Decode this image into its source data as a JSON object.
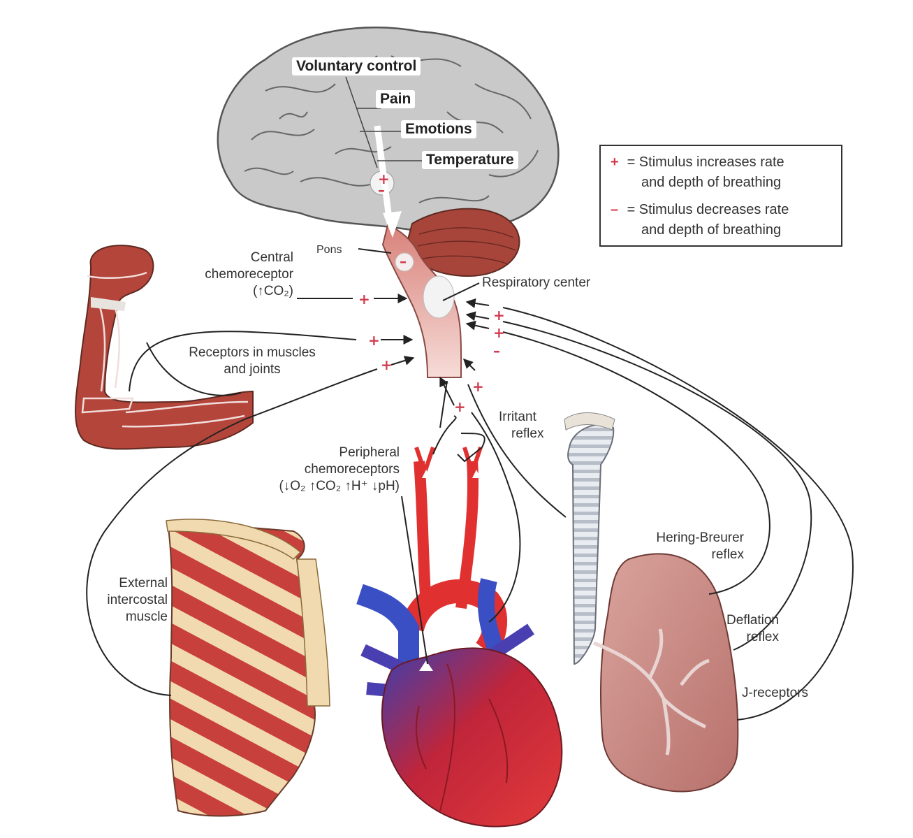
{
  "brain_labels": {
    "voluntary": "Voluntary control",
    "pain": "Pain",
    "emotions": "Emotions",
    "temperature": "Temperature"
  },
  "legend": {
    "plus_symbol": "+",
    "plus_text_1": "= Stimulus increases rate",
    "plus_text_2": "and depth of breathing",
    "minus_symbol": "–",
    "minus_text_1": "= Stimulus decreases rate",
    "minus_text_2": "and depth of breathing"
  },
  "labels": {
    "pons": "Pons",
    "central_1": "Central",
    "central_2": "chemoreceptor",
    "central_3": "(↑CO₂)",
    "respiratory_center": "Respiratory center",
    "receptors_1": "Receptors in muscles",
    "receptors_2": "and joints",
    "irritant_1": "Irritant",
    "irritant_2": "reflex",
    "peripheral_1": "Peripheral",
    "peripheral_2": "chemoreceptors",
    "peripheral_3": "(↓O₂  ↑CO₂  ↑H⁺  ↓pH)",
    "hering_1": "Hering-Breurer",
    "hering_2": "reflex",
    "external_1": "External",
    "external_2": "intercostal",
    "external_3": "muscle",
    "deflation_1": "Deflation",
    "deflation_2": "reflex",
    "j_receptors": "J-receptors"
  },
  "signs": {
    "plus": "+",
    "minus": "–"
  },
  "colors": {
    "stimulus_sign": "#d23b4e",
    "brain": "#c8c8c8",
    "cerebellum": "#a8453b",
    "muscle": "#b4453a",
    "artery": "#e03030",
    "vein": "#3a4fc4",
    "lung": "#c98a84",
    "bone": "#f3dcb6"
  }
}
